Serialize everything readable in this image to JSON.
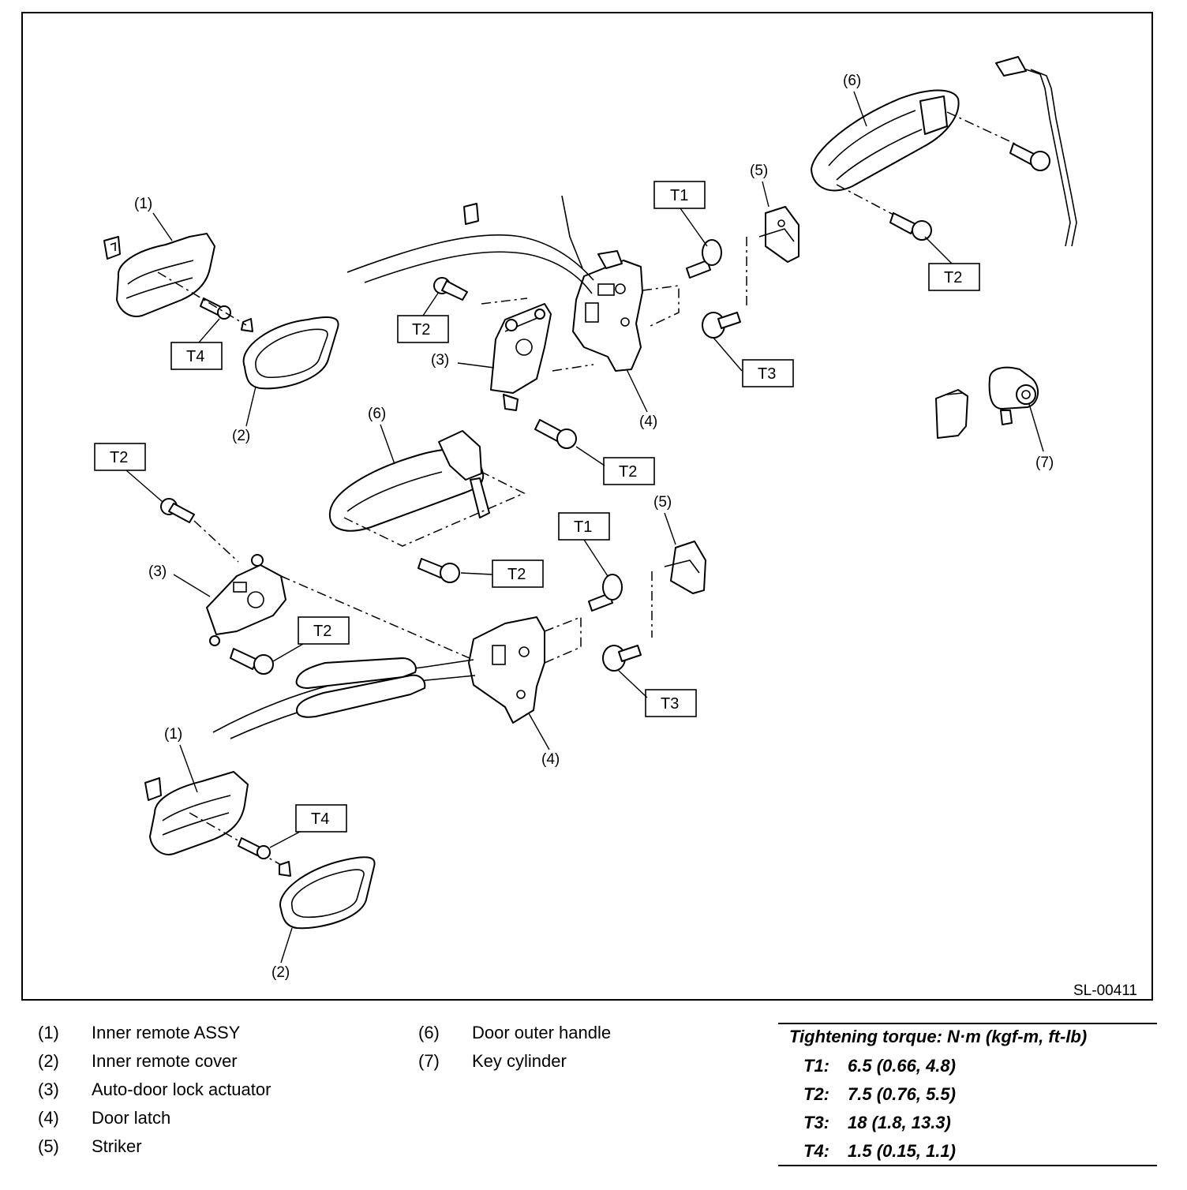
{
  "figure_id": "SL-00411",
  "callouts": {
    "p1": "(1)",
    "p2": "(2)",
    "p3": "(3)",
    "p4": "(4)",
    "p5": "(5)",
    "p6": "(6)",
    "p7": "(7)"
  },
  "torque_tags": {
    "t1": "T1",
    "t2": "T2",
    "t3": "T3",
    "t4": "T4"
  },
  "legend": [
    {
      "num": "(1)",
      "name": "Inner remote ASSY"
    },
    {
      "num": "(2)",
      "name": "Inner remote cover"
    },
    {
      "num": "(3)",
      "name": "Auto-door lock actuator"
    },
    {
      "num": "(4)",
      "name": "Door latch"
    },
    {
      "num": "(5)",
      "name": "Striker"
    },
    {
      "num": "(6)",
      "name": "Door outer handle"
    },
    {
      "num": "(7)",
      "name": "Key cylinder"
    }
  ],
  "torque_table": {
    "title": "Tightening torque: N·m (kgf-m, ft-lb)",
    "rows": [
      {
        "key": "T1:",
        "value": "6.5 (0.66, 4.8)"
      },
      {
        "key": "T2:",
        "value": "7.5 (0.76, 5.5)"
      },
      {
        "key": "T3:",
        "value": "18 (1.8, 13.3)"
      },
      {
        "key": "T4:",
        "value": "1.5 (0.15, 1.1)"
      }
    ]
  }
}
